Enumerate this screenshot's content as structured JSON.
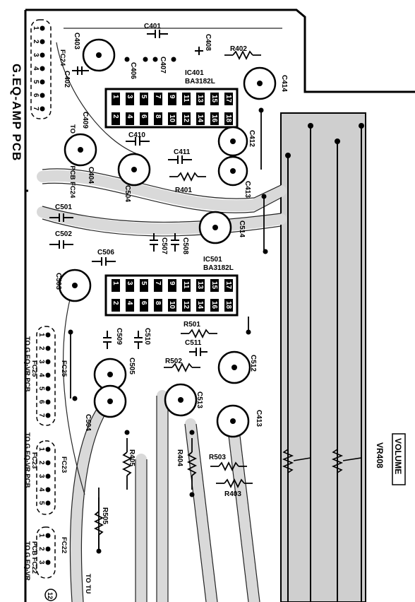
{
  "board": {
    "title": "G.EQ-AMP PCB",
    "volume_label": "VOLUME",
    "vr_ref": "VR408",
    "colors": {
      "ink": "#000000",
      "paper": "#ffffff",
      "track": "#bfbfbf"
    }
  },
  "ics": [
    {
      "ref": "IC401",
      "type": "BA3182L",
      "top_pins": [
        "1",
        "3",
        "5",
        "7",
        "9",
        "11",
        "13",
        "15",
        "17"
      ],
      "bottom_pins": [
        "2",
        "4",
        "6",
        "8",
        "10",
        "12",
        "14",
        "16",
        "18"
      ]
    },
    {
      "ref": "IC501",
      "type": "BA3182L",
      "top_pins": [
        "1",
        "3",
        "5",
        "7",
        "9",
        "11",
        "13",
        "15",
        "17"
      ],
      "bottom_pins": [
        "2",
        "4",
        "6",
        "8",
        "10",
        "12",
        "14",
        "16",
        "18"
      ]
    }
  ],
  "connectors": {
    "fc24": {
      "ref": "FC24",
      "pins": [
        "1",
        "2",
        "3",
        "4",
        "5",
        "6",
        "7"
      ],
      "note": "TO G.EQ-VR PCB FC24"
    },
    "fc25": {
      "ref": "FC25",
      "pins": [
        "1",
        "2",
        "3",
        "4",
        "5",
        "6",
        "7"
      ],
      "note_1": "TO G.EQ-VR PCB",
      "note_2": "FC25"
    },
    "fc23": {
      "ref": "FC23",
      "pins": [
        "1",
        "2",
        "3",
        "4",
        "5"
      ],
      "note_1": "TO G.EQ-VR PCB",
      "note_2": "FC23"
    },
    "fc22": {
      "ref": "FC22",
      "pins": [
        "1",
        "2",
        "3"
      ],
      "note_1": "TO G.EQ-VR",
      "note_2": "PCB FC22"
    },
    "bottom": {
      "note": "TO TU",
      "circle": "12"
    }
  },
  "capacitors": {
    "c401": "C401",
    "c402": "C402",
    "c403": "C403",
    "c404": "C404",
    "c406": "C406",
    "c407": "C407",
    "c408": "C408",
    "c409": "C409",
    "c410": "C410",
    "c411": "C411",
    "c412": "C412",
    "c413a": "C413",
    "c414": "C414",
    "c501": "C501",
    "c502": "C502",
    "c503": "C503",
    "c504a": "C504",
    "c505": "C505",
    "c506": "C506",
    "c507": "C507",
    "c508": "C508",
    "c509": "C509",
    "c510": "C510",
    "c511": "C511",
    "c512": "C512",
    "c513": "C513",
    "c514": "C514",
    "c504b": "C504",
    "c413b": "C413"
  },
  "resistors": {
    "r401": "R401",
    "r402": "R402",
    "r403": "R403",
    "r404": "R404",
    "r405": "R405",
    "r501": "R501",
    "r502": "R502",
    "r503": "R503",
    "r505": "R505"
  }
}
